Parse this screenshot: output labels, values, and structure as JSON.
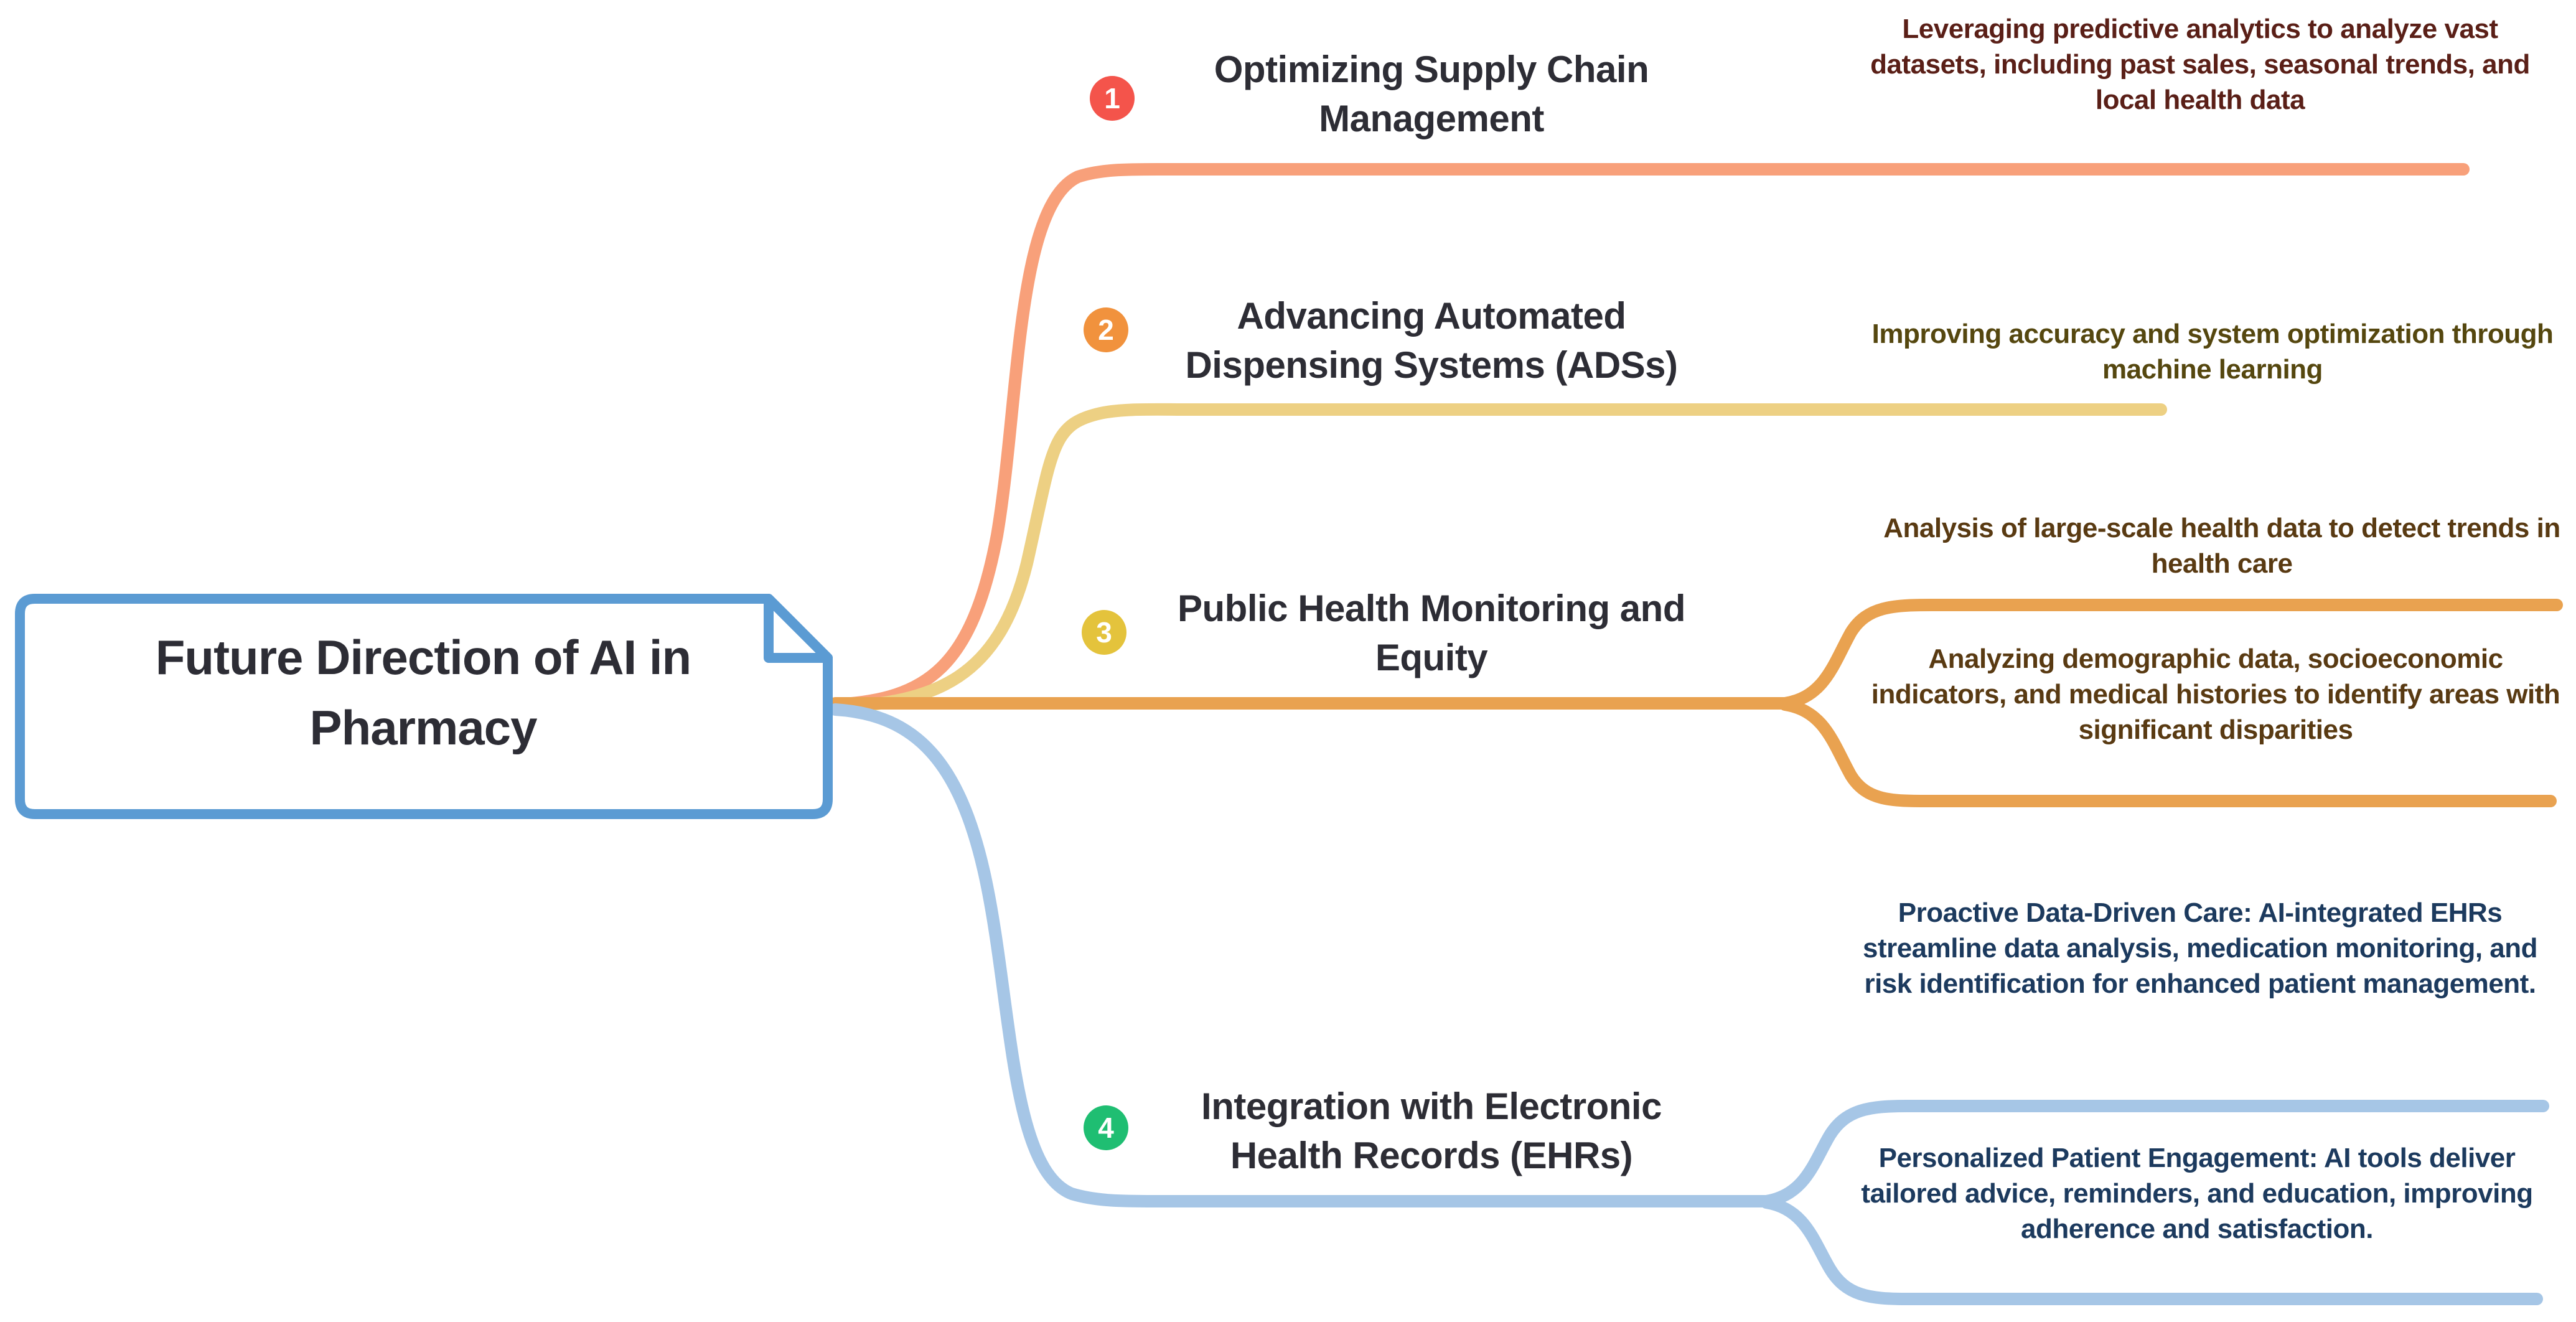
{
  "root": {
    "title": "Future Direction of AI in Pharmacy"
  },
  "branches": [
    {
      "number": "1",
      "title": "Optimizing Supply Chain Management",
      "descriptions": [
        "Leveraging predictive analytics to analyze vast datasets, including past sales, seasonal trends, and local health data"
      ]
    },
    {
      "number": "2",
      "title": "Advancing Automated Dispensing Systems (ADSs)",
      "descriptions": [
        "Improving accuracy and system optimization through machine learning"
      ]
    },
    {
      "number": "3",
      "title": "Public Health Monitoring and Equity",
      "descriptions": [
        "Analysis of large-scale health data to detect trends in health care",
        "Analyzing demographic data, socioeconomic indicators, and medical histories to identify areas with significant disparities"
      ]
    },
    {
      "number": "4",
      "title": "Integration with Electronic Health Records (EHRs)",
      "descriptions": [
        "Proactive Data-Driven Care: AI-integrated EHRs streamline data analysis, medication monitoring, and risk identification for enhanced patient management.",
        "Personalized Patient Engagement: AI tools deliver tailored advice, reminders, and education, improving adherence and satisfaction."
      ]
    }
  ],
  "colors": {
    "border": "#5b9bd3",
    "rootText": "#2d2d35",
    "title": "#2d2d35",
    "line1": "#f8a07a",
    "line2": "#edd083",
    "line3": "#e9a250",
    "line4": "#a6c6e6",
    "badge1": "#f4544b",
    "badge2": "#f1923d",
    "badge3": "#e4c33c",
    "badge4": "#1fbe72",
    "desc1": "#5a1f17",
    "desc2": "#55470f",
    "desc3": "#593a12",
    "desc4": "#1c3a5e"
  }
}
